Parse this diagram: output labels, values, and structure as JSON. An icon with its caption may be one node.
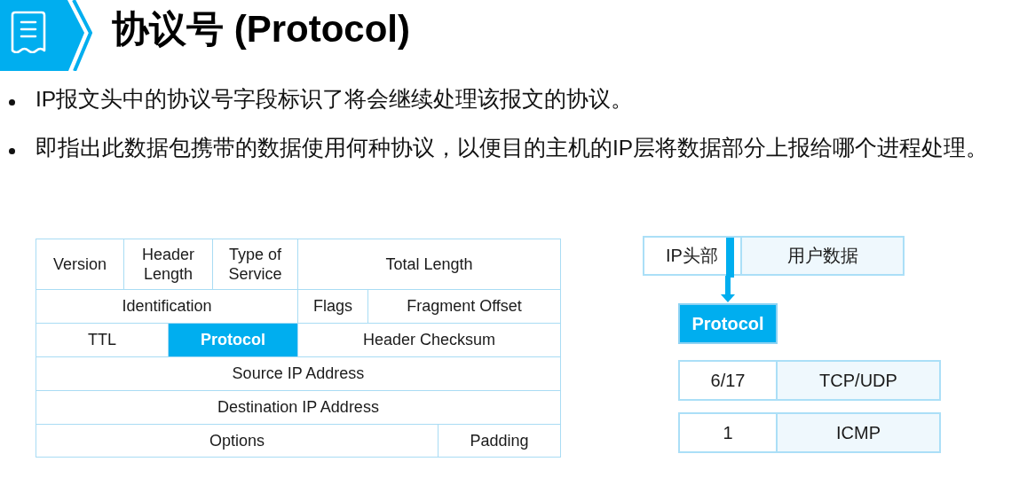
{
  "diagram": {
    "title": "协议号 (Protocol)",
    "nodes": [
      {
        "text": [
          "Version"
        ]
      },
      {
        "text": [
          "Header Length"
        ]
      },
      {
        "text": [
          "Type of Service"
        ]
      },
      {
        "text": [
          "Total Length"
        ]
      },
      {
        "text": [
          "Identification"
        ]
      },
      {
        "text": [
          "Flags"
        ]
      },
      {
        "text": [
          "Fragment Offset"
        ]
      },
      {
        "text": [
          "TTL"
        ]
      },
      {
        "text": [
          "Protocol"
        ]
      },
      {
        "text": [
          "Header Checksum"
        ]
      },
      {
        "text": [
          "Source IP Address"
        ]
      },
      {
        "text": [
          "Destination IP Address"
        ]
      },
      {
        "text": [
          "Options"
        ]
      },
      {
        "text": [
          "Padding"
        ]
      },
      {
        "text": [
          "IP头部"
        ]
      },
      {
        "text": [
          "用户数据"
        ]
      },
      {
        "text": [
          "Protocol"
        ]
      },
      {
        "text": [
          "6/17"
        ]
      },
      {
        "text": [
          "TCP/UDP"
        ]
      },
      {
        "text": [
          "1"
        ]
      },
      {
        "text": [
          "ICMP"
        ]
      }
    ],
    "edges": [
      {
        "from": 14,
        "to": 16,
        "arrow": "to"
      }
    ],
    "labels": [
      "IP报文头中的协议号字段标识了将会继续处理该报文的协议。",
      "即指出此数据包携带的数据使用何种协议，以便目的主机的IP层将数据部分上报给哪个进程处理。"
    ]
  }
}
